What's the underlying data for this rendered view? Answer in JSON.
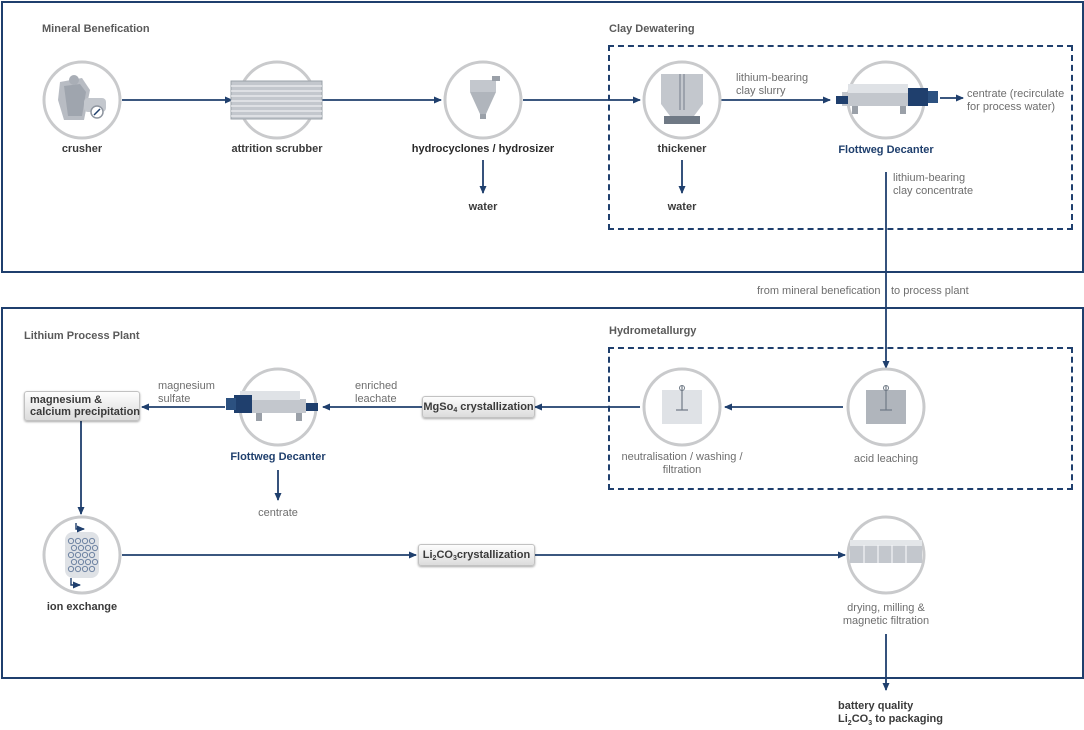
{
  "sections": {
    "mineral_beneficiation": "Mineral Benefication",
    "clay_dewatering": "Clay Dewatering",
    "lithium_process_plant": "Lithium Process Plant",
    "hydrometallurgy": "Hydrometallurgy"
  },
  "nodes": {
    "crusher": "crusher",
    "attrition_scrubber": "attrition scrubber",
    "hydrocyclones": "hydrocyclones / hydrosizer",
    "thickener": "thickener",
    "decanter_top": "Flottweg Decanter",
    "acid_leaching": "acid leaching",
    "neutralisation": [
      "neutralisation / washing /",
      "filtration"
    ],
    "decanter_bottom": "Flottweg Decanter",
    "ion_exchange": "ion exchange",
    "drying": [
      "drying, milling &",
      "magnetic filtration"
    ]
  },
  "pills": {
    "mgso4": [
      "MgSo",
      "4",
      " crystallization"
    ],
    "li2co3": [
      "Li",
      "2",
      "CO",
      "3",
      "crystallization"
    ],
    "mg_ca": [
      "magnesium &",
      "calcium precipitation"
    ]
  },
  "labels": {
    "water_1": "water",
    "water_2": "water",
    "clay_slurry": [
      "lithium-bearing",
      "clay slurry"
    ],
    "centrate_recirc": [
      "centrate (recirculate",
      "for process water)"
    ],
    "clay_concentrate": [
      "lithium-bearing",
      "clay concentrate"
    ],
    "from_mineral": "from mineral benefication",
    "to_process": "to process plant",
    "enriched_leachate": [
      "enriched",
      "leachate"
    ],
    "magnesium_sulfate": [
      "magnesium",
      "sulfate"
    ],
    "centrate": "centrate",
    "battery": [
      "battery quality",
      "Li",
      "2",
      "CO",
      "3",
      " to packaging"
    ]
  },
  "colors": {
    "navy": "#1f3f6d",
    "circle_stroke": "#c9cacc",
    "icon_grey": "#b8bcc3",
    "text_grey": "#6e6e6e"
  }
}
